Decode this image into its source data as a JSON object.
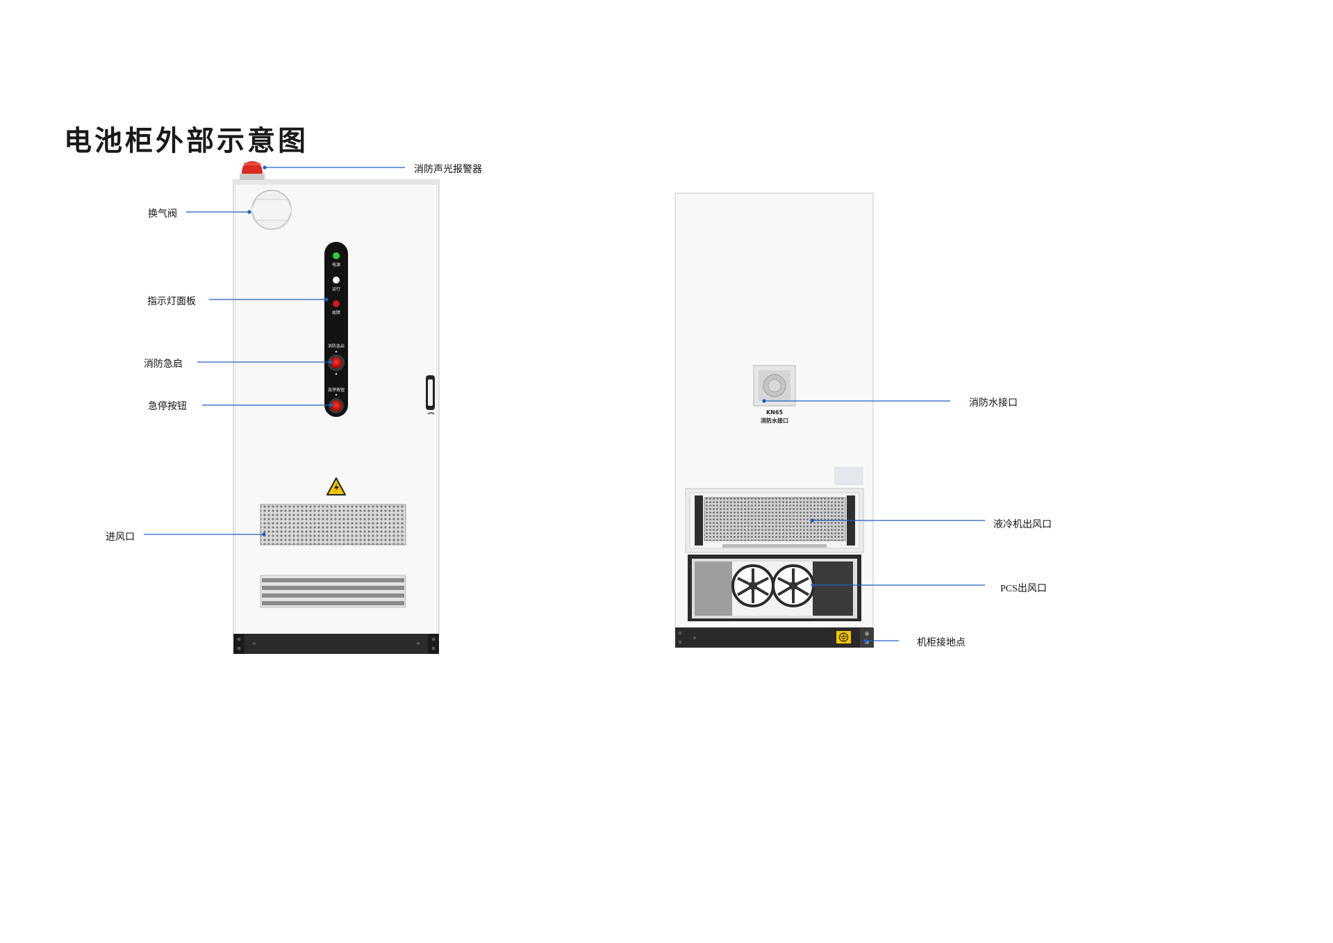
{
  "title": "电池柜外部示意图",
  "front_labels": {
    "alarm": "消防声光报警器",
    "vent_valve": "换气阀",
    "indicator_panel": "指示灯面板",
    "fire_start": "消防急启",
    "emergency_stop": "急停按钮",
    "air_inlet": "进风口"
  },
  "panel_text": {
    "power": "电源",
    "run": "运行",
    "fault": "故障",
    "fire_start": "消防急启",
    "emergency_stop": "急停按钮"
  },
  "rear_labels": {
    "fire_water_inlet": "消防水接口",
    "liquid_cooler_outlet": "液冷机出风口",
    "pcs_outlet": "PCS出风口",
    "grounding_point": "机柜接地点"
  },
  "rear_plate": {
    "model": "KN65",
    "name": "消防水接口"
  },
  "colors": {
    "leader_line": "#1f5fbf",
    "cabinet": "#f7f7f7",
    "base": "#2a2a2a",
    "indicator_green": "#2ecc40",
    "indicator_red": "#d0161a",
    "warning_yellow": "#f5c400"
  }
}
